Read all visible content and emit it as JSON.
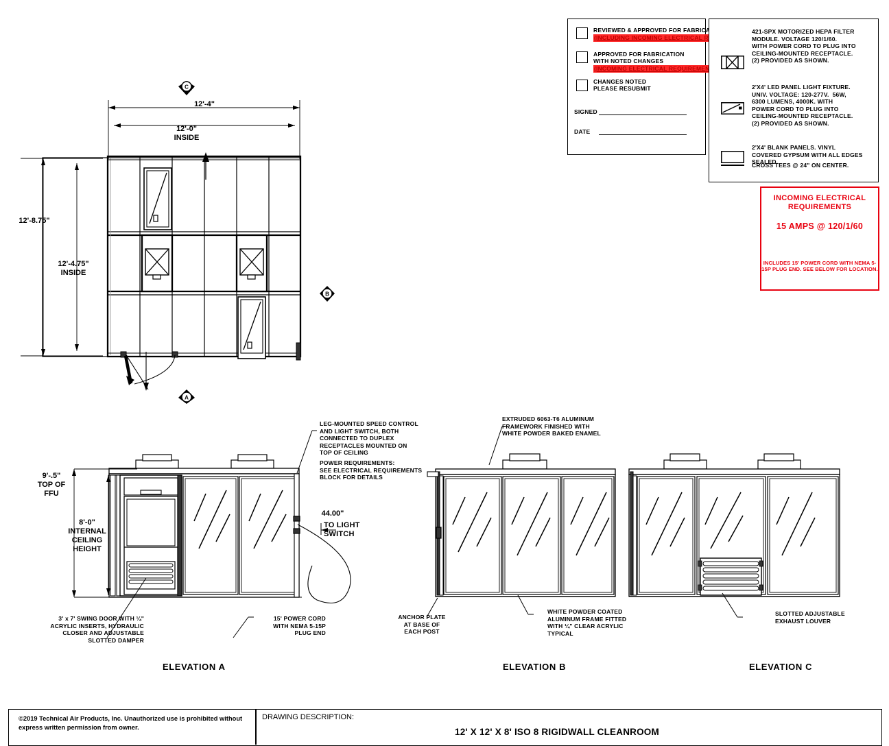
{
  "approval_block": {
    "options": [
      {
        "line1": "REVIEWED & APPROVED FOR FABRICATION",
        "highlight": "(INCLUDING INCOMING ELECTRICAL REQUIREMENTS)"
      },
      {
        "line1": "APPROVED FOR FABRICATION",
        "line2": "WITH NOTED CHANGES",
        "highlight": "(INCOMING ELECTRICAL REQUIREMENTS REVIEWED)"
      },
      {
        "line1": "CHANGES NOTED",
        "line2": "PLEASE RESUBMIT",
        "highlight": ""
      }
    ],
    "signed_label": "SIGNED",
    "date_label": "DATE"
  },
  "legend_block": {
    "items": [
      {
        "icon": "hepa-filter-symbol",
        "text": "421-SPX MOTORIZED HEPA FILTER\nMODULE. VOLTAGE 120/1/60.\nWITH POWER CORD TO PLUG INTO\nCEILING-MOUNTED RECEPTACLE.\n(2) PROVIDED AS SHOWN."
      },
      {
        "icon": "led-light-symbol",
        "text": "2'X4' LED PANEL LIGHT FIXTURE.\nUNIV. VOLTAGE: 120-277V.  56W,\n6300 LUMENS, 4000K. WITH\nPOWER CORD TO PLUG INTO\nCEILING-MOUNTED RECEPTACLE.\n(2) PROVIDED AS SHOWN."
      },
      {
        "icon": "blank-panel-symbol",
        "text": "2'X4' BLANK PANELS. VINYL\nCOVERED GYPSUM WITH ALL EDGES\nSEALED."
      },
      {
        "icon": "cross-tee-symbol",
        "text": "CROSS TEES @ 24\" ON CENTER."
      }
    ]
  },
  "electrical_block": {
    "title_line1": "INCOMING ELECTRICAL",
    "title_line2": "REQUIREMENTS",
    "rating": "15 AMPS @ 120/1/60",
    "note": "INCLUDES 15' POWER CORD\nWITH NEMA 5-15P PLUG END.\nSEE BELOW FOR LOCATION.",
    "color": "#e8010f"
  },
  "plan_view": {
    "dim_overall_width": "12'-4\"",
    "dim_inside_width": "12'-0\"\nINSIDE",
    "dim_overall_depth": "12'-8.75\"",
    "dim_inside_depth": "12'-4.75\"\nINSIDE",
    "markers": [
      {
        "id": "C",
        "name": "view-marker-c"
      },
      {
        "id": "B",
        "name": "view-marker-b"
      },
      {
        "id": "A",
        "name": "view-marker-a"
      }
    ]
  },
  "elevations": [
    {
      "label": "ELEVATION A"
    },
    {
      "label": "ELEVATION B"
    },
    {
      "label": "ELEVATION C"
    }
  ],
  "dimensions": {
    "top_of_ffu": "9'-.5\"\nTOP OF\nFFU",
    "internal_ceiling_height": "8'-0\"\nINTERNAL\nCEILING\nHEIGHT",
    "light_switch_height": "44.00\"",
    "light_switch_note": "TO LIGHT\nSWITCH"
  },
  "annotations": {
    "speed_control": "LEG-MOUNTED SPEED CONTROL\nAND LIGHT SWITCH, BOTH\nCONNECTED TO DUPLEX\nRECEPTACLES MOUNTED ON\nTOP OF CEILING",
    "power_requirements": "POWER REQUIREMENTS:\nSEE ELECTRICAL REQUIREMENTS\nBLOCK FOR DETAILS",
    "swing_door": "3' x 7' SWING DOOR WITH ¼\"\nACRYLIC INSERTS, HYDRAULIC\nCLOSER AND ADJUSTABLE\nSLOTTED DAMPER",
    "power_cord": "15' POWER CORD\nWITH NEMA 5-15P\nPLUG END",
    "extruded_framework": "EXTRUDED 6063-T6 ALUMINUM\nFRAMEWORK FINISHED WITH\nWHITE POWDER BAKED ENAMEL",
    "anchor_plate": "ANCHOR PLATE\nAT BASE OF\nEACH POST",
    "acrylic_frame": "WHITE POWDER COATED\nALUMINUM FRAME FITTED\nWITH ¼\" CLEAR ACRYLIC\nTYPICAL",
    "exhaust_louver": "SLOTTED ADJUSTABLE\nEXHAUST LOUVER"
  },
  "title_block": {
    "copyright": "©2019 Technical Air Products, Inc.  Unauthorized use is\n prohibited without express written permission from owner.",
    "description_label": "DRAWING DESCRIPTION:",
    "description_value": "12' X 12' X 8' ISO 8 RIGIDWALL CLEANROOM"
  }
}
